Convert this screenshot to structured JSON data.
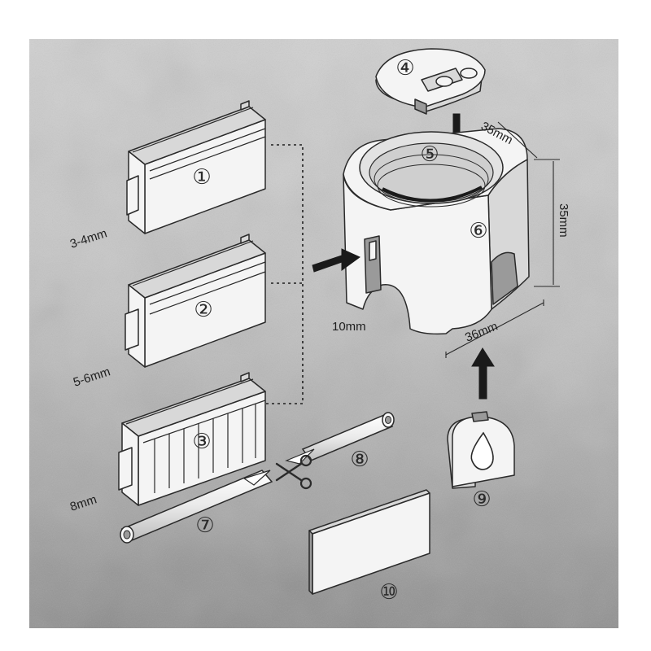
{
  "parts": [
    {
      "id": "clip-1",
      "number": "①"
    },
    {
      "id": "clip-2",
      "number": "②"
    },
    {
      "id": "clip-3",
      "number": "③"
    },
    {
      "id": "lid-4",
      "number": "④"
    },
    {
      "id": "ring-5",
      "number": "⑤"
    },
    {
      "id": "housing-6",
      "number": "⑥"
    },
    {
      "id": "tube-7",
      "number": "⑦"
    },
    {
      "id": "tube-8",
      "number": "⑧"
    },
    {
      "id": "cap-9",
      "number": "⑨"
    },
    {
      "id": "pad-10",
      "number": "⑩"
    }
  ],
  "dimensions": {
    "clip1_gap": "3-4mm",
    "clip2_gap": "5-6mm",
    "clip3_gap": "8mm",
    "slot_width": "10mm",
    "depth": "35mm",
    "height": "35mm",
    "width": "36mm"
  },
  "colors": {
    "background_light": "#cfcfcf",
    "background_dark": "#8f8f8f",
    "frame": "#ffffff",
    "line": "#2a2a2a",
    "arrow": "#1a1a1a"
  },
  "icons": [
    "scissors-icon",
    "water-drop-icon",
    "arrow-icon"
  ]
}
